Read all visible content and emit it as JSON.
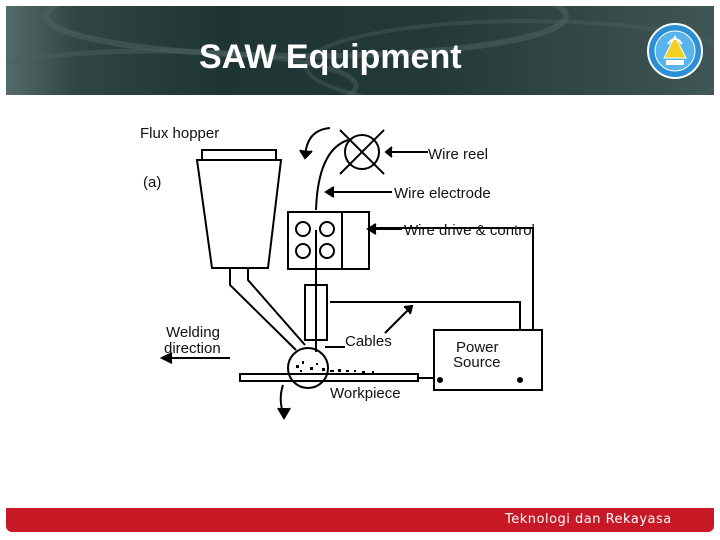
{
  "slide": {
    "title": "SAW Equipment",
    "footer_text": "Teknologi dan Rekayasa",
    "logo_icon": "tut-wuri-handayani-emblem"
  },
  "colors": {
    "header_dark": "#1f3533",
    "footer_red": "#c81826",
    "logo_blue": "#2b8fd6"
  },
  "diagram": {
    "label_a": "(a)",
    "labels": {
      "flux_hopper": "Flux hopper",
      "wire_reel": "Wire reel",
      "wire_electrode": "Wire electrode",
      "wire_drive": "Wire drive & control",
      "welding_direction_1": "Welding",
      "welding_direction_2": "direction",
      "cables": "Cables",
      "power_source_1": "Power",
      "power_source_2": "Source",
      "workpiece": "Workpiece"
    }
  }
}
